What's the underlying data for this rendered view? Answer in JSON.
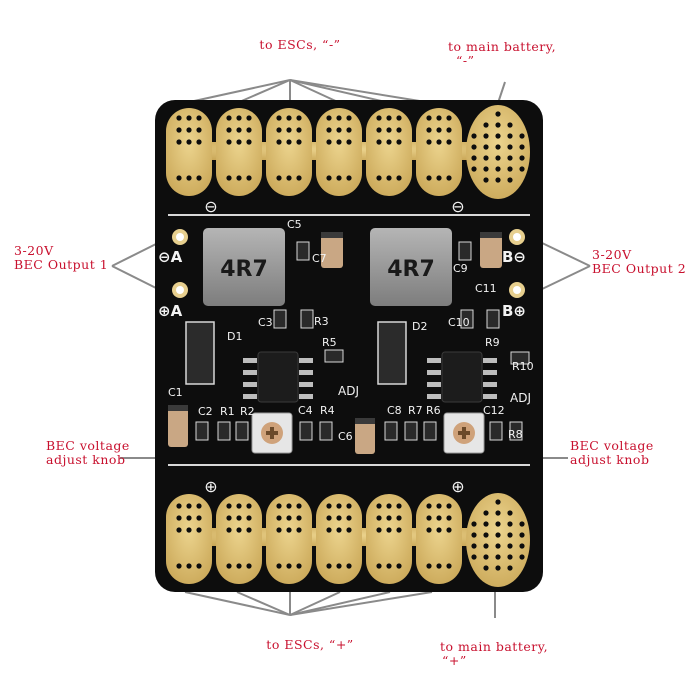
{
  "callouts": {
    "top_escs": "to ESCs, “-”",
    "top_battery_line1": "to main battery,",
    "top_battery_line2": "“-”",
    "left_bec1_line1": "3-20V",
    "left_bec1_line2": "BEC Output 1",
    "right_bec2_line1": "3-20V",
    "right_bec2_line2": "BEC Output 2",
    "left_knob_line1": "BEC voltage",
    "left_knob_line2": "adjust knob",
    "right_knob_line1": "BEC voltage",
    "right_knob_line2": "adjust knob",
    "bottom_escs": "to ESCs, “+”",
    "bottom_battery_line1": "to main battery,",
    "bottom_battery_line2": "“+”"
  },
  "silkscreen": {
    "inductor_1": "4R7",
    "inductor_2": "4R7",
    "c1": "C1",
    "c2": "C2",
    "c3": "C3",
    "c4": "C4",
    "c5": "C5",
    "c6": "C6",
    "c7": "C7",
    "c8": "C8",
    "c9": "C9",
    "c10": "C10",
    "c11": "C11",
    "c12": "C12",
    "d1": "D1",
    "d2": "D2",
    "r1": "R1",
    "r2": "R2",
    "r3": "R3",
    "r4": "R4",
    "r5": "R5",
    "r6": "R6",
    "r7": "R7",
    "r8": "R8",
    "r9": "R9",
    "r10": "R10",
    "adj1": "ADJ",
    "adj2": "ADJ",
    "out_a_minus": "⊖A",
    "out_a_plus": "⊕A",
    "out_b_minus": "B⊖",
    "out_b_plus": "B⊕",
    "minus_left": "⊖",
    "minus_right": "⊖",
    "plus_left": "⊕",
    "plus_right": "⊕"
  },
  "colors": {
    "callout_text": "#c8102e",
    "board": "#0d0d0d",
    "gold_pad": "#d9b96a",
    "leader_line": "#8a8a8a"
  }
}
